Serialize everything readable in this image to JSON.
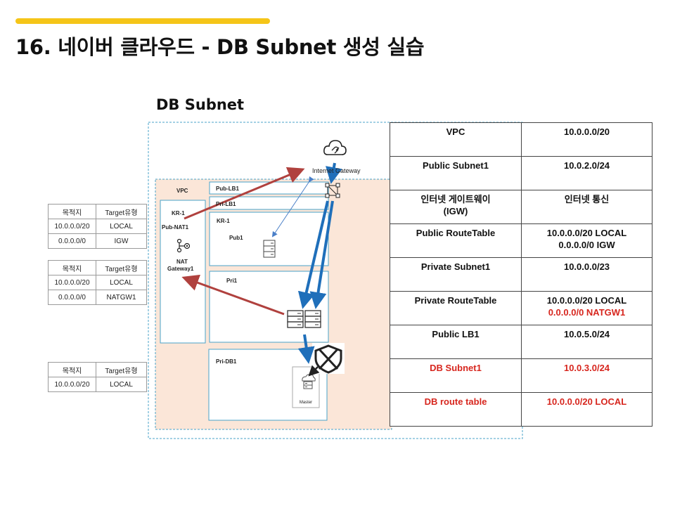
{
  "header": {
    "title": "16. 네이버 클라우드 - DB Subnet 생성 실습"
  },
  "diagram": {
    "title": "DB Subnet",
    "labels": {
      "vpc": "VPC",
      "kr1_left": "KR-1",
      "pub_nat1": "Pub-NAT1",
      "nat_gateway_line1": "NAT",
      "nat_gateway_line2": "Gateway1",
      "pub_lb1": "Pub-LB1",
      "pri_lb1": "Pri-LB1",
      "kr1_right": "KR-1",
      "pub1": "Pub1",
      "pri1": "Pri1",
      "pri_db1": "Pri-DB1",
      "master": "Master",
      "internet_gateway": "Internet Gateway"
    },
    "icons": [
      "cloud-icon",
      "load-balancer-icon",
      "nat-gateway-icon",
      "server-icon",
      "shield-blocked-icon",
      "database-icon"
    ],
    "colors": {
      "vpc_fill": "#fbe6d8",
      "dashed_border": "#4aa3c8",
      "red_arrow": "#b0413e",
      "blue_arrow": "#1f6fba",
      "accent_bar": "#f5c518"
    }
  },
  "route_tables": [
    {
      "headers": [
        "목적지",
        "Target유형"
      ],
      "rows": [
        [
          "10.0.0.0/20",
          "LOCAL"
        ],
        [
          "0.0.0.0/0",
          "IGW"
        ]
      ]
    },
    {
      "headers": [
        "목적지",
        "Target유형"
      ],
      "rows": [
        [
          "10.0.0.0/20",
          "LOCAL"
        ],
        [
          "0.0.0.0/0",
          "NATGW1"
        ]
      ]
    },
    {
      "headers": [
        "목적지",
        "Target유형"
      ],
      "rows": [
        [
          "10.0.0.0/20",
          "LOCAL"
        ]
      ]
    }
  ],
  "info_table": [
    {
      "key": "VPC",
      "value": [
        "10.0.0.0/20"
      ]
    },
    {
      "key": "Public Subnet1",
      "value": [
        "10.0.2.0/24"
      ]
    },
    {
      "key": "인터넷 게이트웨이 (IGW)",
      "key_lines": [
        "인터넷 게이트웨이",
        "(IGW)"
      ],
      "value": [
        "인터넷 통신"
      ]
    },
    {
      "key": "Public RouteTable",
      "value": [
        "10.0.0.0/20 LOCAL",
        "0.0.0.0/0 IGW"
      ]
    },
    {
      "key": "Private Subnet1",
      "value": [
        "10.0.0.0/23"
      ]
    },
    {
      "key": "Private RouteTable",
      "value": [
        "10.0.0.0/20 LOCAL",
        "0.0.0.0/0 NATGW1"
      ],
      "value_red_line": 1
    },
    {
      "key": "Public LB1",
      "value": [
        "10.0.5.0/24"
      ]
    },
    {
      "key": "DB Subnet1",
      "value": [
        "10.0.3.0/24"
      ],
      "red": true
    },
    {
      "key": "DB route table",
      "value": [
        "10.0.0.0/20 LOCAL"
      ],
      "red": true
    }
  ]
}
